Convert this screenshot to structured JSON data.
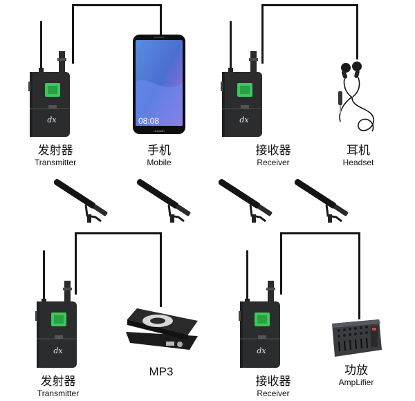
{
  "top_left": {
    "device_zh": "发射器",
    "device_en": "Transmitter",
    "target_zh": "手机",
    "target_en": "Mobile",
    "phone_clock": "08:08",
    "phone_brand": "HUAWEI"
  },
  "top_right": {
    "device_zh": "接收器",
    "device_en": "Receiver",
    "target_zh": "耳机",
    "target_en": "Headset"
  },
  "bottom_left": {
    "device_zh": "发射器",
    "device_en": "Transmitter",
    "target_en": "MP3"
  },
  "bottom_right": {
    "device_zh": "接收器",
    "device_en": "Receiver",
    "target_zh": "功放",
    "target_en": "AmpLifier"
  },
  "device_logo": "dx",
  "colors": {
    "wire": "#151515",
    "device_body": "#2a2c2e",
    "screen_green": "#3ec75a",
    "phone_screen": "#4a7fd6"
  }
}
